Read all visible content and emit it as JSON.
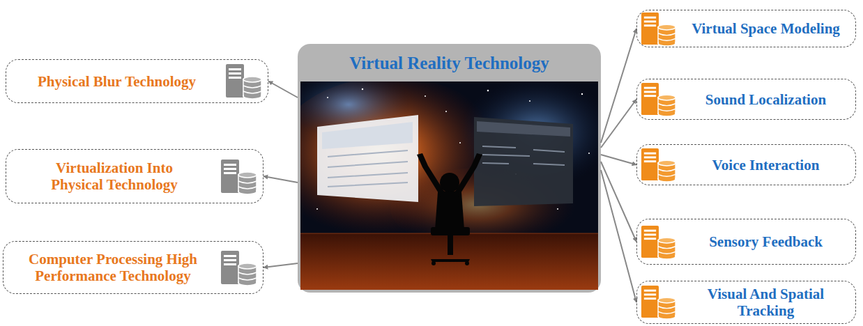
{
  "diagram": {
    "nodes": [
      {
        "text": [
          "Physical Blur Technology"
        ]
      },
      {
        "text": [
          "Virtualization Into Physical Technology"
        ]
      },
      {
        "text": [
          "Computer Processing High Performance Technology"
        ]
      },
      {
        "text": [
          "Virtual Reality Technology"
        ]
      },
      {
        "text": [
          "Virtual Space Modeling"
        ]
      },
      {
        "text": [
          "Sound Localization"
        ]
      },
      {
        "text": [
          "Voice Interaction"
        ]
      },
      {
        "text": [
          "Sensory Feedback"
        ]
      },
      {
        "text": [
          "Visual And Spatial Tracking"
        ]
      }
    ],
    "edges": [
      {
        "from": 3,
        "to": 0,
        "arrow": "to"
      },
      {
        "from": 3,
        "to": 1,
        "arrow": "to"
      },
      {
        "from": 3,
        "to": 2,
        "arrow": "to"
      },
      {
        "from": 3,
        "to": 4,
        "arrow": "to"
      },
      {
        "from": 3,
        "to": 5,
        "arrow": "to"
      },
      {
        "from": 3,
        "to": 6,
        "arrow": "to"
      },
      {
        "from": 3,
        "to": 7,
        "arrow": "to"
      },
      {
        "from": 3,
        "to": 8,
        "arrow": "to"
      }
    ]
  }
}
